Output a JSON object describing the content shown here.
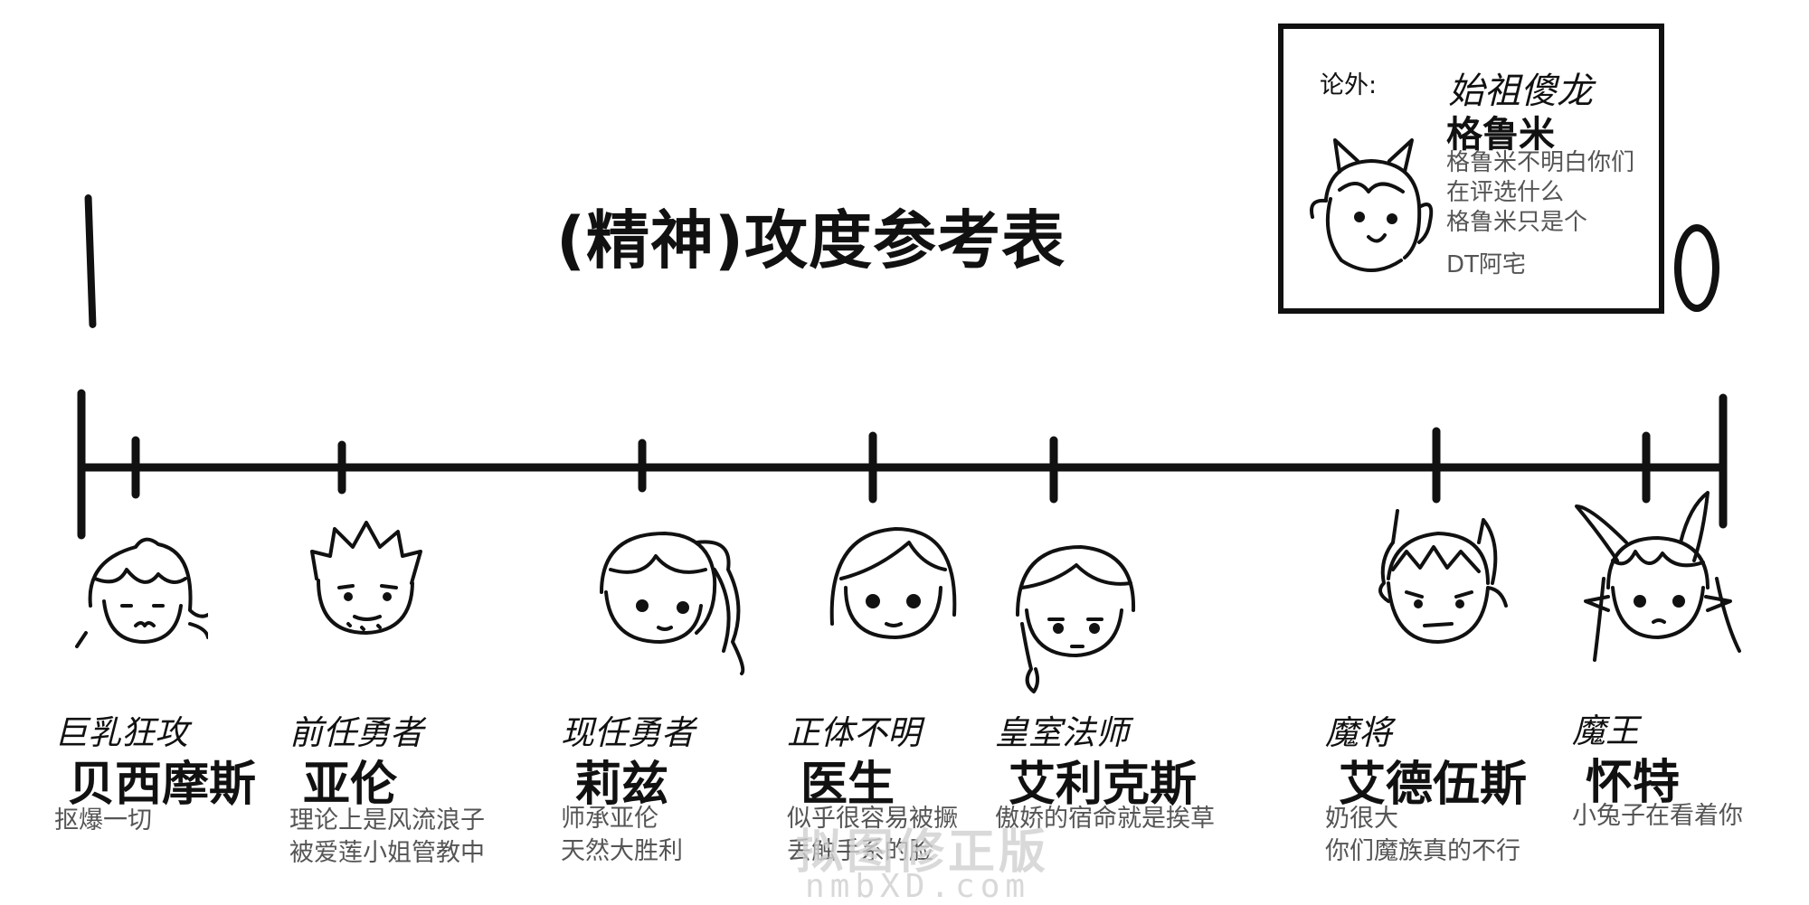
{
  "title": "(精神)攻度参考表",
  "scale_marks": {
    "left": "1",
    "right": "0"
  },
  "aside": {
    "label": "论外:",
    "epithet": "始祖傻龙",
    "name": "格鲁米",
    "desc": [
      "格鲁米不明白你们",
      "在评选什么",
      "格鲁米只是个",
      "DT阿宅"
    ],
    "icon": "dragon-girl-face-icon"
  },
  "characters": [
    {
      "epithet": "巨乳狂攻",
      "name": "贝西摩斯",
      "desc": [
        "抠爆一切"
      ],
      "icon": "messy-hair-face-icon"
    },
    {
      "epithet": "前任勇者",
      "name": "亚伦",
      "desc": [
        "理论上是风流浪子",
        "被爱莲小姐管教中"
      ],
      "icon": "spiky-hair-stubble-face-icon"
    },
    {
      "epithet": "现任勇者",
      "name": "莉兹",
      "desc": [
        "师承亚伦",
        "天然大胜利"
      ],
      "icon": "ponytail-girl-face-icon"
    },
    {
      "epithet": "正体不明",
      "name": "医生",
      "desc": [
        "似乎很容易被撅",
        "丢触手系的脸"
      ],
      "icon": "long-hair-face-icon"
    },
    {
      "epithet": "皇室法师",
      "name": "艾利克斯",
      "desc": [
        "傲娇的宿命就是挨草"
      ],
      "icon": "braided-hair-face-icon"
    },
    {
      "epithet": "魔将",
      "name": "艾德伍斯",
      "desc": [
        "奶很大",
        "你们魔族真的不行"
      ],
      "icon": "horned-demon-face-icon"
    },
    {
      "epithet": "魔王",
      "name": "怀特",
      "desc": [
        "小兔子在看着你"
      ],
      "icon": "bunny-ear-girl-face-icon"
    }
  ],
  "watermark": [
    "拟图修正版",
    "nmbXD.com"
  ]
}
